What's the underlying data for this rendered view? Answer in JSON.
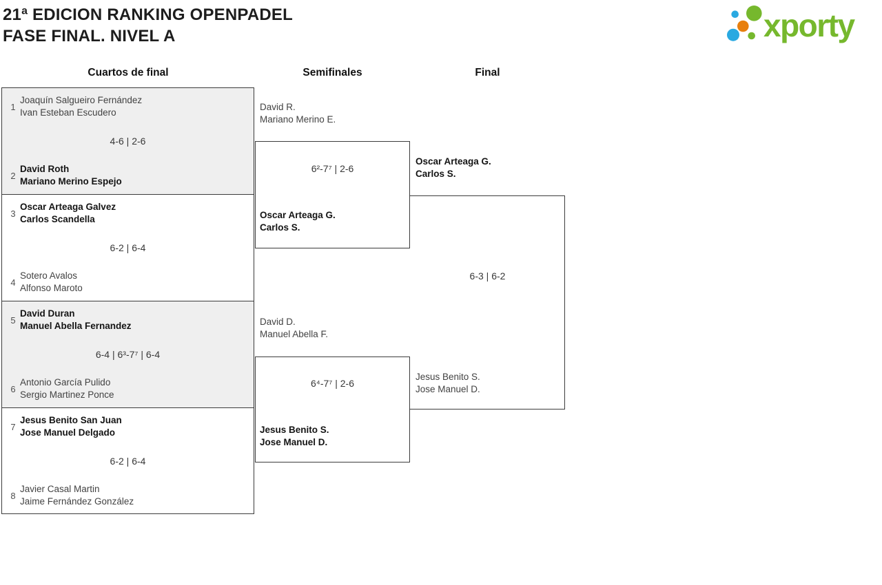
{
  "title": {
    "line1": "21ª EDICION RANKING OPENPADEL",
    "line2": "FASE FINAL. NIVEL A"
  },
  "logo": {
    "text": "xporty",
    "green": "#76b82d",
    "blue": "#29a9e1",
    "orange": "#e87f0e"
  },
  "columns": {
    "quarterfinals": "Cuartos de final",
    "semifinals": "Semifinales",
    "final": "Final"
  },
  "quarterfinals": [
    {
      "seed_top": "1",
      "team_top": {
        "p1": "Joaquín Salgueiro Fernández",
        "p2": "Ivan Esteban Escudero",
        "winner": false
      },
      "score": "4-6 | 2-6",
      "seed_bottom": "2",
      "team_bottom": {
        "p1": "David Roth",
        "p2": "Mariano Merino Espejo",
        "winner": true
      }
    },
    {
      "seed_top": "3",
      "team_top": {
        "p1": "Oscar Arteaga Galvez",
        "p2": "Carlos Scandella",
        "winner": true
      },
      "score": "6-2 | 6-4",
      "seed_bottom": "4",
      "team_bottom": {
        "p1": "Sotero Avalos",
        "p2": "Alfonso Maroto",
        "winner": false
      }
    },
    {
      "seed_top": "5",
      "team_top": {
        "p1": "David Duran",
        "p2": "Manuel Abella Fernandez",
        "winner": true
      },
      "score": "6-4 | 6³-7⁷ | 6-4",
      "seed_bottom": "6",
      "team_bottom": {
        "p1": "Antonio García Pulido",
        "p2": "Sergio Martinez Ponce",
        "winner": false
      }
    },
    {
      "seed_top": "7",
      "team_top": {
        "p1": "Jesus Benito San Juan",
        "p2": "Jose Manuel Delgado",
        "winner": true
      },
      "score": "6-2 | 6-4",
      "seed_bottom": "8",
      "team_bottom": {
        "p1": "Javier Casal Martin",
        "p2": "Jaime Fernández González",
        "winner": false
      }
    }
  ],
  "semifinals": [
    {
      "team_top": {
        "p1": "David R.",
        "p2": "Mariano Merino E.",
        "winner": false
      },
      "score": "6²-7⁷ | 2-6",
      "team_bottom": {
        "p1": "Oscar Arteaga G.",
        "p2": "Carlos S.",
        "winner": true
      }
    },
    {
      "team_top": {
        "p1": "David D.",
        "p2": "Manuel Abella F.",
        "winner": false
      },
      "score": "6⁴-7⁷ | 2-6",
      "team_bottom": {
        "p1": "Jesus Benito S.",
        "p2": "Jose Manuel D.",
        "winner": true
      }
    }
  ],
  "final": {
    "team_top": {
      "p1": "Oscar Arteaga G.",
      "p2": "Carlos S.",
      "winner": true
    },
    "score": "6-3 | 6-2",
    "team_bottom": {
      "p1": "Jesus Benito S.",
      "p2": "Jose Manuel D.",
      "winner": false
    }
  },
  "colors": {
    "row_alt_background": "#efefef",
    "border": "#3a3a3a"
  }
}
